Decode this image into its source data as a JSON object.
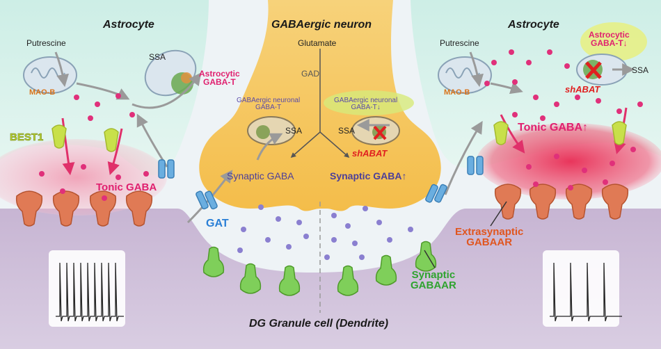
{
  "titles": {
    "astro_left": "Astrocyte",
    "neuron": "GABAergic neuron",
    "astro_right": "Astrocyte",
    "granule": "DG Granule cell (Dendrite)"
  },
  "left": {
    "putrescine": "Putrescine",
    "maob": "MAO-B",
    "ssa": "SSA",
    "gabat": "Astrocytic\nGABA-T",
    "best1": "BEST1",
    "tonic": "Tonic GABA",
    "gat": "GAT"
  },
  "neuron": {
    "glutamate": "Glutamate",
    "gad": "GAD",
    "gabat_left": "GABAergic neuronal\nGABA-T",
    "ssa_left": "SSA",
    "gabat_right": "GABAergic neuronal\nGABA-T↓",
    "ssa_right": "SSA",
    "shabat": "shABAT",
    "syn_left": "Synaptic GABA",
    "syn_right": "Synaptic GABA↑"
  },
  "right": {
    "putrescine": "Putrescine",
    "maob": "MAO-B",
    "gabat": "Astrocytic\nGABA-T↓",
    "ssa": "SSA",
    "shabat": "shABAT",
    "tonic": "Tonic GABA↑",
    "extra": "Extrasynaptic\nGABAAR",
    "synaptic_r": "Synaptic\nGABAAR"
  },
  "colors": {
    "astrocyte": "#d8efe8",
    "neuron": "#f6c55a",
    "dendrite": "#c9b8d4",
    "gaba_dot": "#e0307a",
    "synaptic_dot": "#8a7fd0",
    "receptor": "#e07a55",
    "syn_receptor": "#7fcf5a",
    "best1": "#c8e04a",
    "gat": "#6aaee0"
  }
}
